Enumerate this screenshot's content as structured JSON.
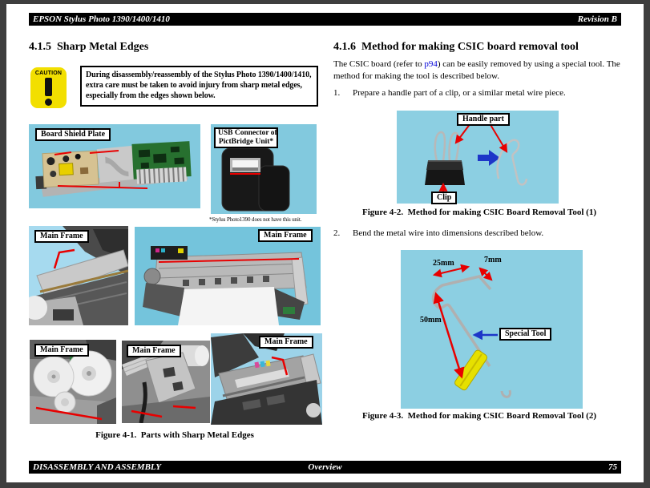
{
  "header": {
    "left": "EPSON Stylus Photo 1390/1400/1410",
    "right": "Revision B"
  },
  "footer": {
    "left": "DISASSEMBLY AND ASSEMBLY",
    "center": "Overview",
    "page_number": "75"
  },
  "left_column": {
    "heading": "4.1.5  Sharp Metal Edges",
    "caution": {
      "badge": "CAUTION",
      "text": "During disassembly/reassembly of the Stylus Photo 1390/1400/1410,\nextra care must be taken to avoid injury from sharp metal edges,\nespecially from the edges shown below."
    },
    "labels": {
      "board_shield_plate": "Board Shield Plate",
      "usb_connector_line1": "USB Connector of",
      "usb_connector_line2": "PictBridge Unit*",
      "usb_footnote": "*Stylus Photo1390 does not have this unit.",
      "main_frame": "Main Frame"
    },
    "figure_caption": "Figure 4-1.  Parts with Sharp Metal Edges"
  },
  "right_column": {
    "heading": "4.1.6  Method for making CSIC board removal tool",
    "intro_before_link": "The CSIC board (refer to ",
    "intro_link": "p94",
    "intro_after_link": ") can be easily removed by using a special tool. The\nmethod for making the tool is described below.",
    "step1_num": "1.",
    "step1_text": "Prepare a handle part of a clip, or a similar metal wire piece.",
    "step2_num": "2.",
    "step2_text": "Bend the metal wire into dimensions described below.",
    "figure2": {
      "label_handle": "Handle part",
      "label_clip": "Clip",
      "caption": "Figure 4-2.  Method for making CSIC Board Removal Tool (1)"
    },
    "figure3": {
      "dim_25": "25mm",
      "dim_7": "7mm",
      "dim_50": "50mm",
      "label_special_tool": "Special Tool",
      "caption": "Figure 4-3.  Method for making CSIC Board Removal Tool (2)"
    }
  },
  "colors": {
    "header_bg": "#000000",
    "photo_blue": "#8ccfe2",
    "annotation_red": "#e80000",
    "arrow_blue": "#1d36c8",
    "link_blue": "#0000d8",
    "caution_yellow": "#f2df00"
  }
}
